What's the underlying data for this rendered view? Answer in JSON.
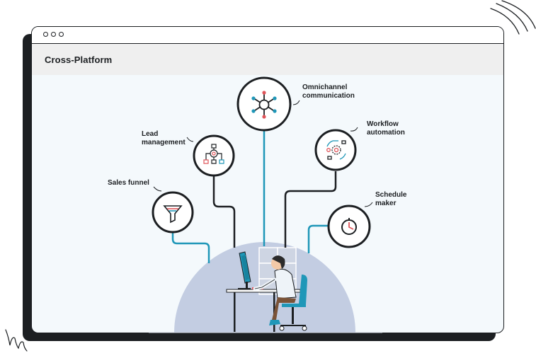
{
  "window": {
    "title": "Cross-Platform"
  },
  "nodes": {
    "omnichannel": {
      "label": "Omnichannel\ncommunication",
      "icon": "network-hub-icon"
    },
    "lead": {
      "label": "Lead\nmanagement",
      "icon": "org-chart-icon"
    },
    "workflow": {
      "label": "Workflow\nautomation",
      "icon": "gear-cycle-icon"
    },
    "sales": {
      "label": "Sales funnel",
      "icon": "funnel-icon"
    },
    "schedule": {
      "label": "Schedule\nmaker",
      "icon": "stopwatch-icon"
    }
  },
  "colors": {
    "accent_blue": "#1f97b8",
    "dark": "#1c1f22",
    "dome": "#c3cde2",
    "red": "#e0555a"
  }
}
